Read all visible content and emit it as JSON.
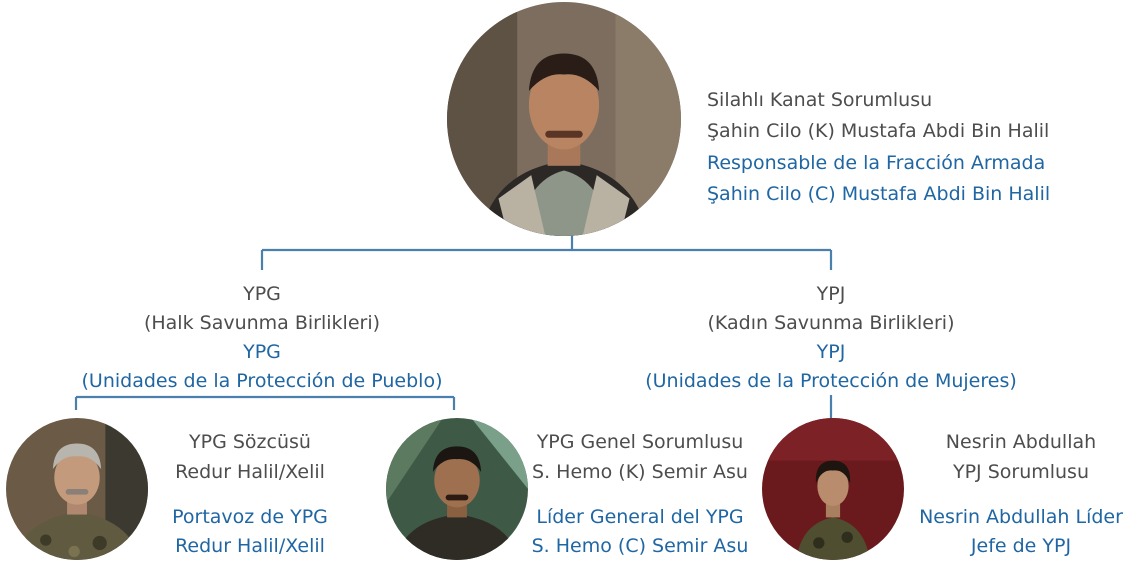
{
  "colors": {
    "connector": "#4b7fae",
    "primary_text": "#4d4d4d",
    "translation_text": "#1f66a3"
  },
  "top": {
    "label_tr_1": "Silahlı Kanat Sorumlusu",
    "label_tr_2": "Şahin Cilo (K) Mustafa Abdi Bin Halil",
    "label_es_1": "Responsable de la Fracción Armada",
    "label_es_2": "Şahin Cilo (C) Mustafa Abdi Bin Halil"
  },
  "branches": {
    "ypg": {
      "label_tr_1": "YPG",
      "label_tr_2": "(Halk Savunma Birlikleri)",
      "label_es_1": "YPG",
      "label_es_2": "(Unidades de la Protección de Pueblo)"
    },
    "ypj": {
      "label_tr_1": "YPJ",
      "label_tr_2": "(Kadın Savunma Birlikleri)",
      "label_es_1": "YPJ",
      "label_es_2": "(Unidades de la Protección de Mujeres)"
    }
  },
  "people": {
    "spokesman": {
      "tr_1": "YPG Sözcüsü",
      "tr_2": "Redur Halil/Xelil",
      "es_1": "Portavoz de YPG",
      "es_2": "Redur Halil/Xelil"
    },
    "general": {
      "tr_1": "YPG Genel Sorumlusu",
      "tr_2": "S. Hemo (K) Semir Asu",
      "es_1": "Líder General del YPG",
      "es_2": "S. Hemo (C) Semir Asu"
    },
    "ypj_leader": {
      "tr_1": "Nesrin Abdullah",
      "tr_2": "YPJ Sorumlusu",
      "es_1": "Nesrin Abdullah Líder",
      "es_2": "Jefe de YPJ"
    }
  }
}
